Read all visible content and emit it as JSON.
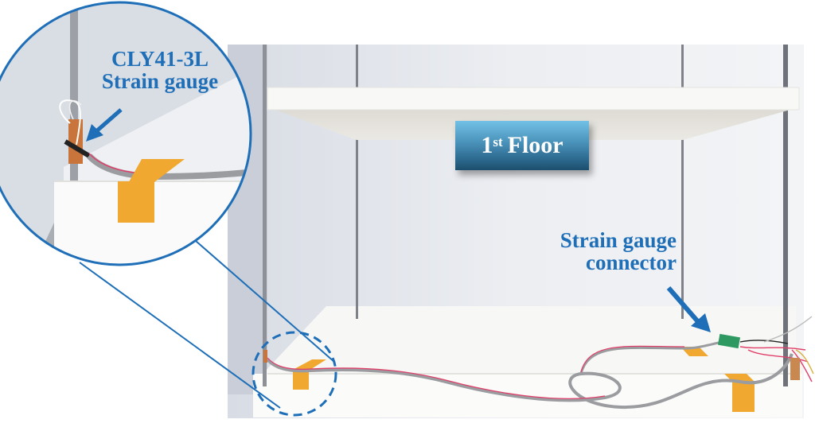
{
  "badge": {
    "number": "1",
    "suffix": "st",
    "text": "Floor"
  },
  "callout_gauge": {
    "line1": "CLY41-3L",
    "line2": "Strain gauge"
  },
  "callout_connector": {
    "line1": "Strain gauge",
    "line2": "connector"
  },
  "colors": {
    "annotation_blue": "#1e6fb8",
    "tape_orange": "#f0a830",
    "wall": "#e8ebf0",
    "slab": "#f5f5f2",
    "connector_green": "#2e9a62"
  }
}
